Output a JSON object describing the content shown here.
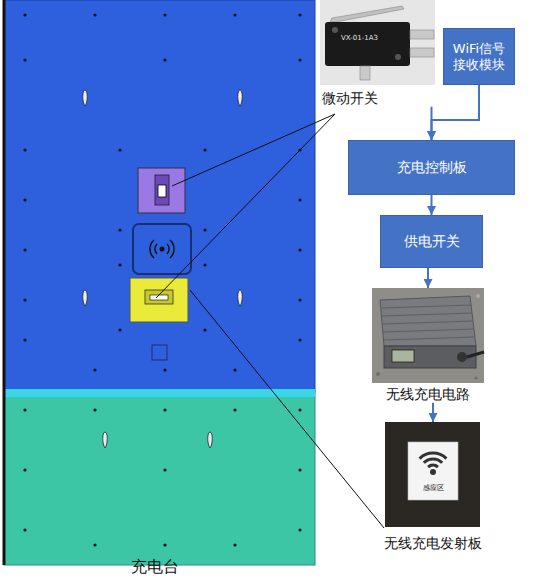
{
  "diagram": {
    "nodes": [
      {
        "text": [
          "微动开关"
        ]
      },
      {
        "text": [
          "WiFi信号 接收模块"
        ]
      },
      {
        "text": [
          "充电控制板"
        ]
      },
      {
        "text": [
          "供电开关"
        ]
      },
      {
        "text": [
          "无线充电电路"
        ]
      },
      {
        "text": [
          "无线充电发射板"
        ]
      }
    ],
    "edges": [
      {
        "from": 0,
        "to": 2,
        "arrow": "to"
      },
      {
        "from": 1,
        "to": 2,
        "arrow": "to"
      },
      {
        "from": 2,
        "to": 3,
        "arrow": "to"
      },
      {
        "from": 3,
        "to": 4,
        "arrow": "to"
      },
      {
        "from": 4,
        "to": 5,
        "arrow": "to"
      }
    ],
    "labels": [
      "充电台",
      "VX-01-1A3",
      "感应区"
    ]
  }
}
